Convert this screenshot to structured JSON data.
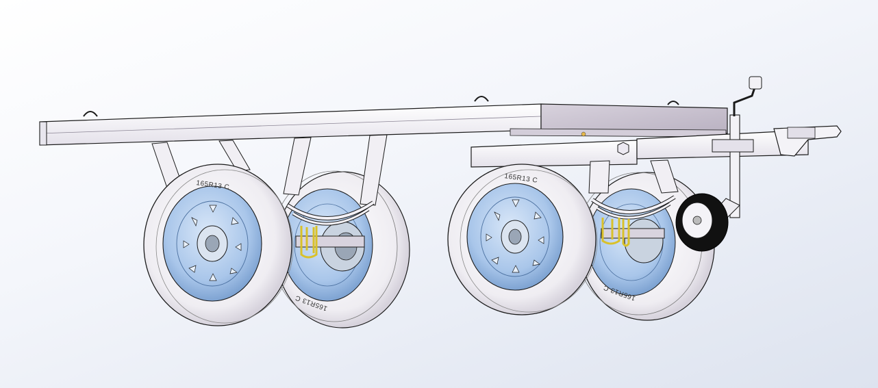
{
  "colors": {
    "background_top": "#ffffff",
    "background_bottom": "#dde3ef",
    "frame": "#f3f2f6",
    "frame_shade": "#cfc9d6",
    "deck_plate": "#c9c1cf",
    "tire": "#f5f4f8",
    "tire_shade": "#dcd8e2",
    "wheel_rim": "#a9c6ea",
    "wheel_rim_dark": "#7ea3d2",
    "u_bolts": "#f2e04a",
    "jockey_tire": "#111111",
    "outline": "#1a1a1a"
  },
  "tire_markings": {
    "front_left": "165R13 C",
    "rear_left": "165R13 C",
    "front_right": "165R13 C",
    "rear_right": "165R13 C"
  },
  "components": [
    "chassis-frame-icon",
    "wheel-icon",
    "leaf-spring-icon",
    "u-bolt-icon",
    "jockey-wheel-icon",
    "hitch-coupler-icon",
    "crank-handle-icon"
  ]
}
